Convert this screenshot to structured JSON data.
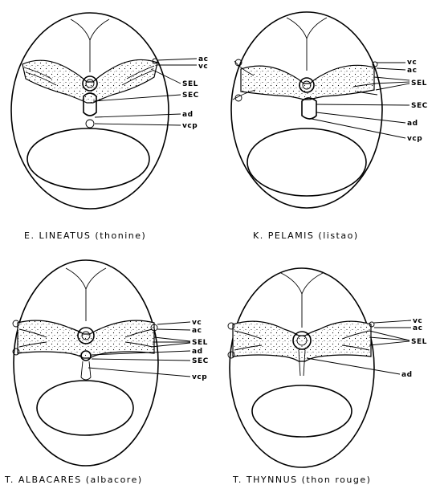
{
  "colors": {
    "ink": "#000000",
    "paper": "#ffffff"
  },
  "panels": [
    {
      "caption": "E. LINEATUS (thonine)",
      "labels": {
        "ac": "ac",
        "vc": "vc",
        "sel": "SEL",
        "sec": "SEC",
        "ad": "ad",
        "vcp": "vcp"
      }
    },
    {
      "caption": "K. PELAMIS (listao)",
      "labels": {
        "vc": "vc",
        "ac": "ac",
        "sel": "SEL",
        "sec": "SEC",
        "ad": "ad",
        "vcp": "vcp"
      }
    },
    {
      "caption": "T. ALBACARES (albacore)",
      "labels": {
        "vc": "vc",
        "ac": "ac",
        "sel": "SEL",
        "ad": "ad",
        "sec": "SEC",
        "vcp": "vcp"
      }
    },
    {
      "caption": "T. THYNNUS (thon rouge)",
      "labels": {
        "vc": "vc",
        "ac": "ac",
        "sel": "SEL",
        "ad": "ad"
      }
    }
  ]
}
